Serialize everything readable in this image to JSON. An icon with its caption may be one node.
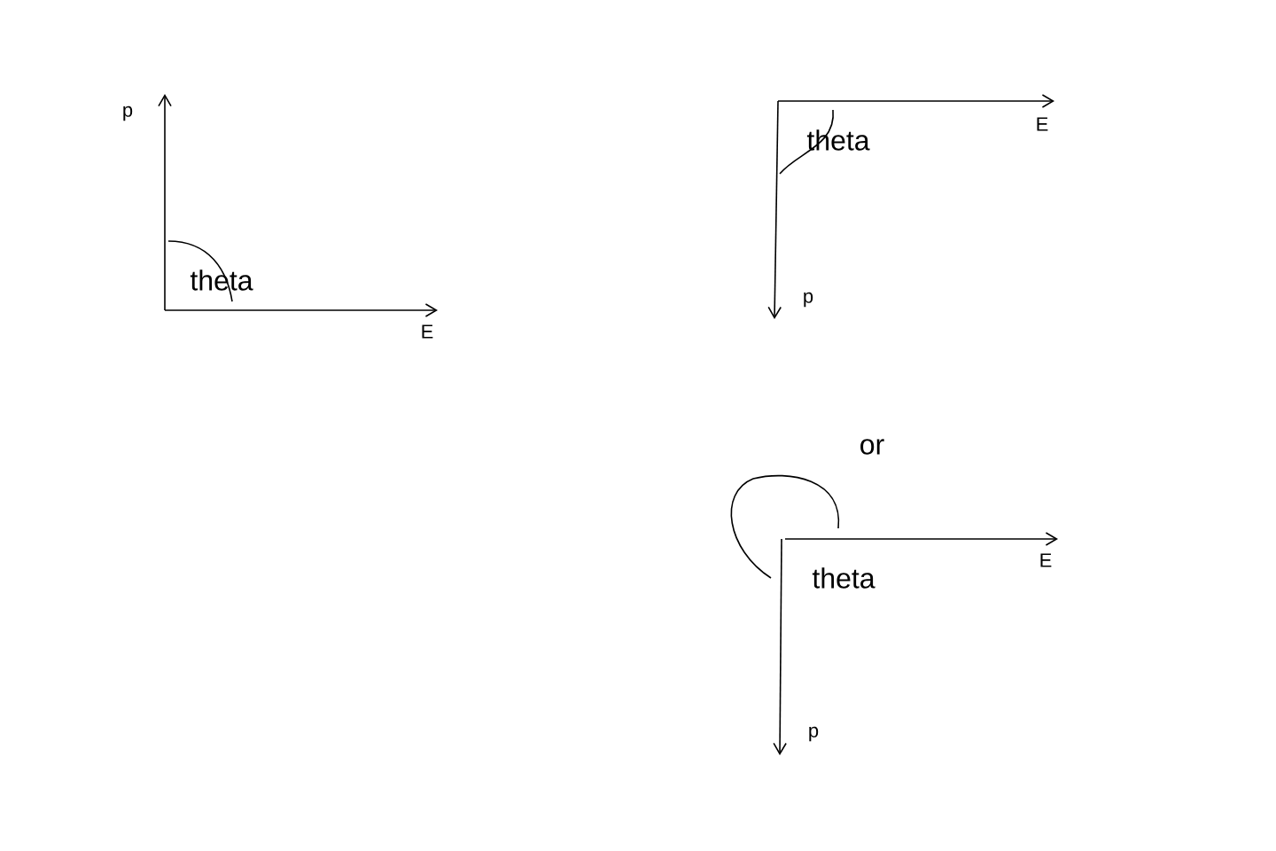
{
  "diagram": {
    "labels": [
      "p",
      "E",
      "theta",
      "theta",
      "p",
      "E",
      "or",
      "E",
      "theta",
      "p"
    ]
  }
}
